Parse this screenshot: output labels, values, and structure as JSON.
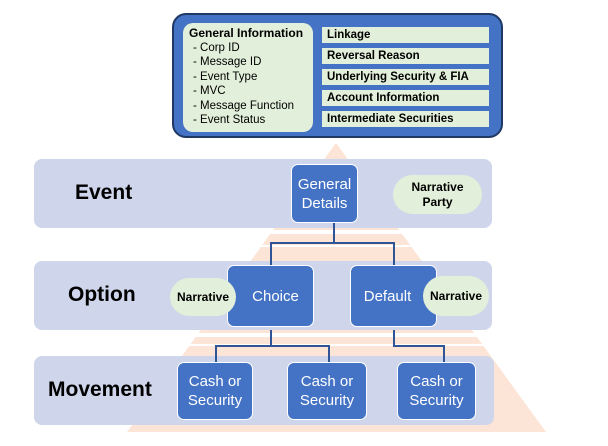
{
  "colors": {
    "node_fill": "#4472C4",
    "info_border": "#1F3864",
    "band_fill": "#CFD5EA",
    "pill_fill": "#E2EFDA",
    "pyramid_fill": "#FCE4D6",
    "connector": "#2F5597"
  },
  "info_box": {
    "general_information": {
      "title": "General Information",
      "items": [
        "- Corp ID",
        "- Message ID",
        "- Event Type",
        "- MVC",
        "- Message Function",
        "- Event Status"
      ]
    },
    "categories": [
      "Linkage",
      "Reversal Reason",
      "Underlying Security & FIA",
      "Account Information",
      "Intermediate Securities"
    ]
  },
  "levels": {
    "event": {
      "label": "Event",
      "node": [
        "General",
        "Details"
      ],
      "narrative": [
        "Narrative",
        "Party"
      ]
    },
    "option": {
      "label": "Option",
      "choice": "Choice",
      "default": "Default",
      "narrative_left": "Narrative",
      "narrative_right": "Narrative"
    },
    "movement": {
      "label": "Movement",
      "nodes": [
        [
          "Cash or",
          "Security"
        ],
        [
          "Cash or",
          "Security"
        ],
        [
          "Cash or",
          "Security"
        ]
      ]
    }
  }
}
